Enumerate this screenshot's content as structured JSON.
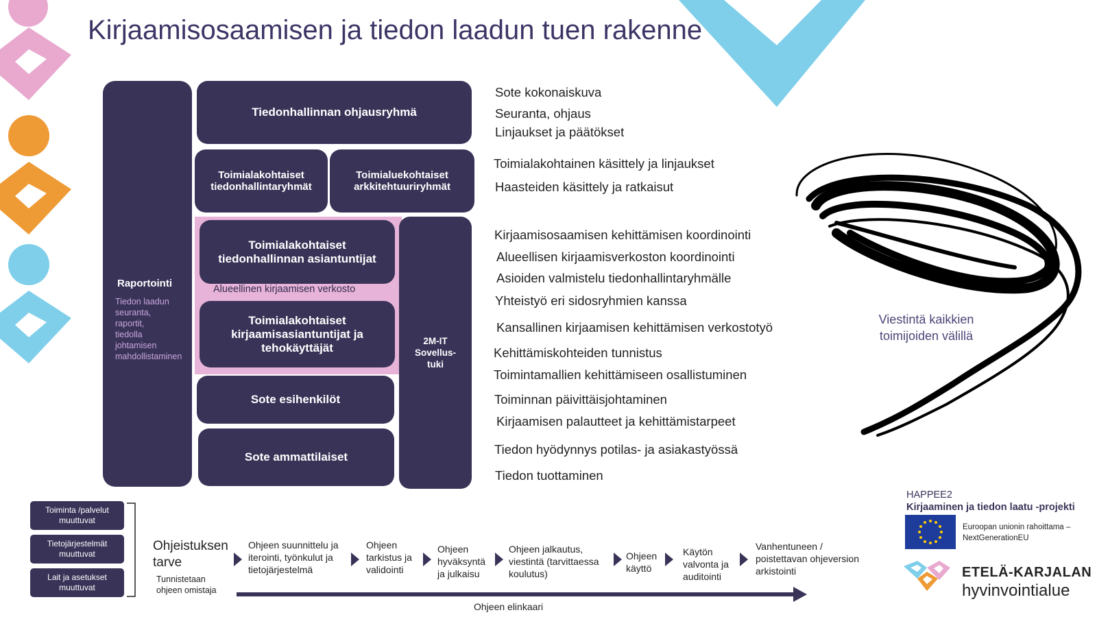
{
  "title": "Kirjaamisosaamisen ja tiedon laadun tuen rakenne",
  "reporting": {
    "title": "Raportointi",
    "subtitle": "Tiedon laadun\nseuranta,\nraportit,\ntiedolla\njohtamisen\nmahdollistaminen"
  },
  "boxes": {
    "ohjausryhma": "Tiedonhallinnan ohjausryhmä",
    "tiedonhallintaryhmat": "Toimialakohtaiset tiedonhallintaryhmät",
    "arkkitehtuuriryhmat": "Toimialuekohtaiset arkkitehtuuriryhmät",
    "asiantuntijat": "Toimialakohtaiset tiedonhallinnan asiantuntijat",
    "network": "Alueellinen kirjaamisen verkosto",
    "kirjaamisasiantuntijat": "Toimialakohtaiset kirjaamisasiantuntijat ja tehokäyttäjät",
    "esihenkilot": "Sote esihenkilöt",
    "ammattilaiset": "Sote ammattilaiset",
    "sovellustuki": "2M-IT Sovellus-tuki"
  },
  "descriptions": [
    "Sote kokonaiskuva",
    "Seuranta, ohjaus",
    "Linjaukset ja päätökset",
    "Toimialakohtainen käsittely ja linjaukset",
    "Haasteiden  käsittely ja ratkaisut",
    "Kirjaamisosaamisen kehittämisen koordinointi",
    "Alueellisen kirjaamisverkoston koordinointi",
    "Asioiden valmistelu tiedonhallintaryhmälle",
    "Yhteistyö eri sidosryhmien kanssa",
    "Kansallinen kirjaamisen kehittämisen verkostotyö",
    "Kehittämiskohteiden tunnistus",
    "Toimintamallien kehittämiseen osallistuminen",
    "Toiminnan päivittäisjohtaminen",
    "Kirjaamisen palautteet ja kehittämistarpeet",
    "Tiedon hyödynnys potilas- ja asiakastyössä",
    "Tiedon tuottaminen"
  ],
  "swirl_label": "Viestintä kaikkien toimijoiden välillä",
  "triggers": [
    "Toiminta /palvelut muuttuvat",
    "Tietojärjestelmät muuttuvat",
    "Lait ja asetukset muuttuvat"
  ],
  "process": {
    "need_title": "Ohjeistuksen tarve",
    "need_sub": "Tunnistetaan ohjeen omistaja",
    "steps": [
      "Ohjeen suunnittelu ja iterointi, työnkulut ja tietojärjestelmä",
      "Ohjeen tarkistus ja validointi",
      "Ohjeen hyväksyntä ja julkaisu",
      "Ohjeen jalkautus, viestintä (tarvittaessa koulutus)",
      "Ohjeen käyttö",
      "Käytön valvonta ja auditointi",
      "Vanhentuneen / poistettavan ohjeversion arkistointi"
    ],
    "lifecycle_label": "Ohjeen elinkaari"
  },
  "project": {
    "name": "HAPPEE2",
    "subtitle": "Kirjaaminen ja tiedon laatu -projekti",
    "funding": "Euroopan unionin rahoittama – NextGenerationEU"
  },
  "organization": {
    "line1": "ETELÄ-KARJALAN",
    "line2": "hyvinvointialue"
  },
  "colors": {
    "navy": "#3a3358",
    "pink": "#e8b3d8",
    "light_blue": "#7fcfea",
    "orange": "#ee9a35",
    "rose": "#e9a9cf",
    "eu_blue": "#1e3c9c",
    "eu_yellow": "#ffcc00"
  }
}
